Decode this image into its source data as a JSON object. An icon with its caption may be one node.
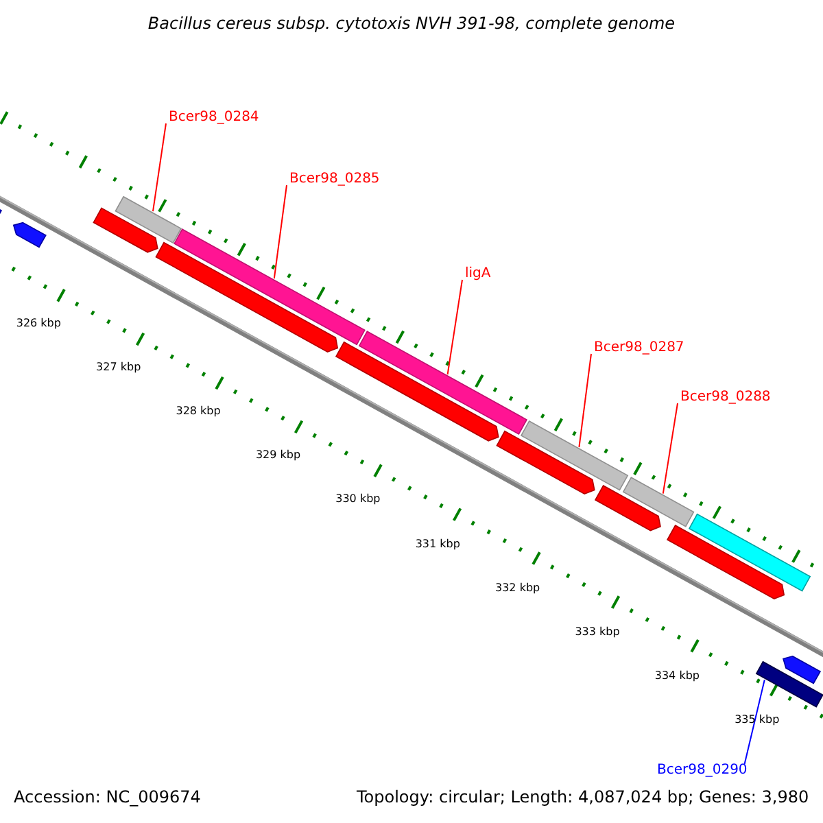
{
  "diagram": {
    "title": "Bacillus cereus subsp. cytotoxis NVH 391-98, complete genome",
    "nodes": [
      {
        "text": [
          "Bcer98_0284"
        ]
      },
      {
        "text": [],
        "shape": "bar"
      },
      {
        "text": [
          "Bcer98_0285"
        ]
      },
      {
        "text": [],
        "shape": "bar"
      },
      {
        "text": [
          "ligA"
        ]
      },
      {
        "text": [],
        "shape": "bar"
      },
      {
        "text": [
          "Bcer98_0287"
        ]
      },
      {
        "text": [],
        "shape": "bar"
      },
      {
        "text": [
          "Bcer98_0288"
        ]
      },
      {
        "text": [],
        "shape": "bar"
      },
      {
        "text": [
          "Bcer98_0290"
        ]
      },
      {
        "text": [],
        "shape": "bar"
      },
      {
        "text": [],
        "shape": "arrow"
      },
      {
        "text": [],
        "shape": "arrow"
      },
      {
        "text": [],
        "shape": "arrow"
      },
      {
        "text": [],
        "shape": "arrow"
      },
      {
        "text": [],
        "shape": "arrow"
      },
      {
        "text": [],
        "shape": "arrow"
      },
      {
        "text": [],
        "shape": "arrow"
      },
      {
        "text": [],
        "shape": "arrow"
      },
      {
        "text": [],
        "shape": "bar"
      },
      {
        "text": [],
        "shape": "arrow"
      }
    ],
    "edges": [
      {
        "from": 0,
        "to": 1,
        "arrow": "none"
      },
      {
        "from": 2,
        "to": 3,
        "arrow": "none"
      },
      {
        "from": 4,
        "to": 5,
        "arrow": "none"
      },
      {
        "from": 6,
        "to": 7,
        "arrow": "none"
      },
      {
        "from": 8,
        "to": 9,
        "arrow": "none"
      },
      {
        "from": 10,
        "to": 11,
        "arrow": "none",
        "color": "#0000ff"
      }
    ],
    "labels": [
      "326 kbp",
      "327 kbp",
      "328 kbp",
      "329 kbp",
      "330 kbp",
      "331 kbp",
      "332 kbp",
      "333 kbp",
      "334 kbp",
      "335 kbp",
      "Accession: NC_009674",
      "Topology: circular; Length: 4,087,024 bp; Genes: 3,980"
    ]
  }
}
